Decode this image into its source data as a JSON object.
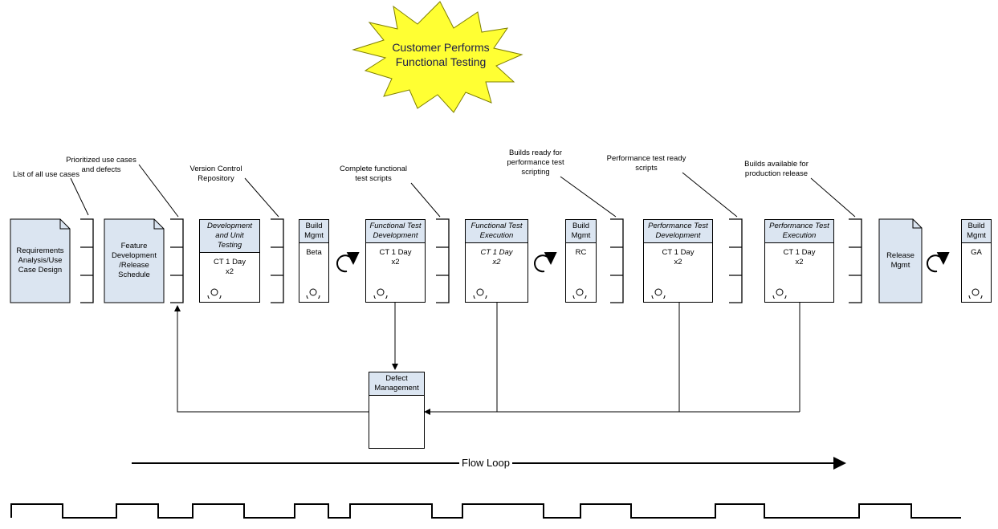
{
  "burst": {
    "line1": "Customer Performs",
    "line2": "Functional Testing"
  },
  "annotations": {
    "a1": "List of all use cases",
    "a2_l1": "Prioritized use cases",
    "a2_l2": "and defects",
    "a3_l1": "Version Control",
    "a3_l2": "Repository",
    "a4_l1": "Complete functional",
    "a4_l2": "test scripts",
    "a5_l1": "Builds ready for",
    "a5_l2": "performance test",
    "a5_l3": "scripting",
    "a6_l1": "Performance test ready",
    "a6_l2": "scripts",
    "a7_l1": "Builds available for",
    "a7_l2": "production release"
  },
  "documents": {
    "req_l1": "Requirements",
    "req_l2": "Analysis/Use",
    "req_l3": "Case Design",
    "feat_l1": "Feature",
    "feat_l2": "Development",
    "feat_l3": "/Release",
    "feat_l4": "Schedule",
    "rel_l1": "Release",
    "rel_l2": "Mgmt"
  },
  "processes": {
    "dev": {
      "h1": "Development",
      "h2": "and Unit",
      "h3": "Testing",
      "b1": "CT 1 Day",
      "b2": "x2"
    },
    "build1": {
      "h1": "Build",
      "h2": "Mgmt",
      "b1": "Beta"
    },
    "ftd": {
      "h1": "Functional Test",
      "h2": "Development",
      "b1": "CT 1 Day",
      "b2": "x2"
    },
    "fte": {
      "h1": "Functional Test",
      "h2": "Execution",
      "b1": "CT 1 Day",
      "b2": "x2"
    },
    "build2": {
      "h1": "Build",
      "h2": "Mgmt",
      "b1": "RC"
    },
    "ptd": {
      "h1": "Performance Test",
      "h2": "Development",
      "b1": "CT 1 Day",
      "b2": "x2"
    },
    "pte": {
      "h1": "Performance Test",
      "h2": "Execution",
      "b1": "CT 1 Day",
      "b2": "x2"
    },
    "build3": {
      "h1": "Build",
      "h2": "Mgmt",
      "b1": "GA"
    },
    "defect": {
      "h1": "Defect",
      "h2": "Management"
    }
  },
  "flow_label": "Flow Loop",
  "colors": {
    "box_header": "#dbe5f1",
    "doc_fill": "#dbe5f1",
    "burst_fill": "#ffff33",
    "line": "#000000"
  }
}
